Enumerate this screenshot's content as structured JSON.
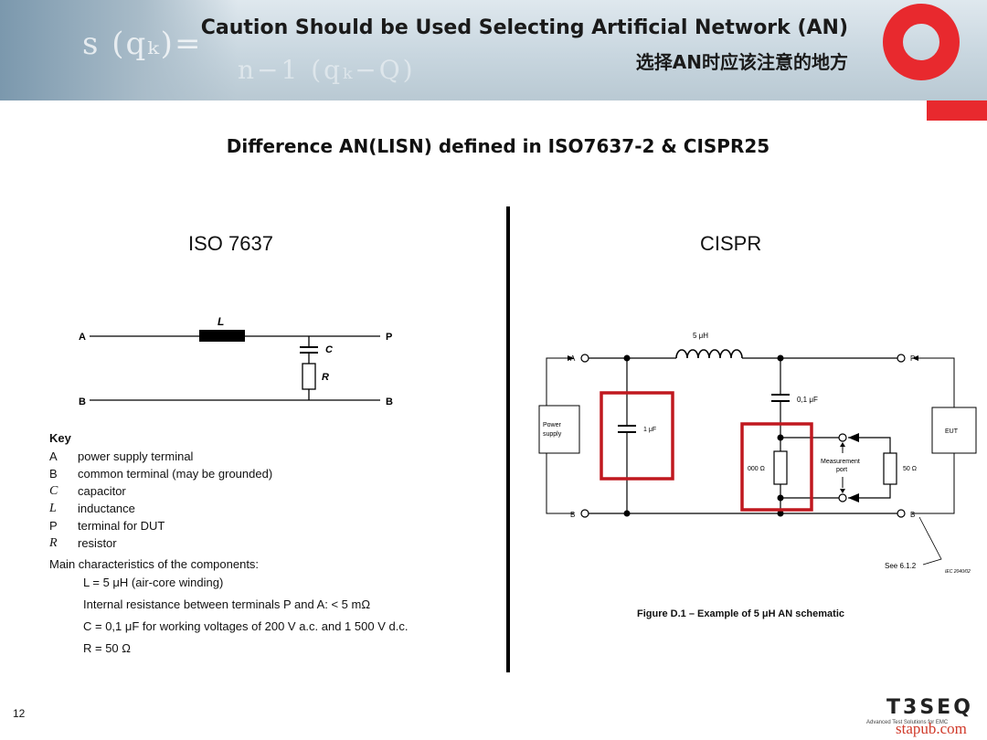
{
  "header": {
    "title_en": "Caution Should be Used Selecting Artificial Network (AN)",
    "title_zh": "选择AN时应该注意的地方",
    "banner_formula": "s (qₖ)=",
    "banner_formula2": "n−1  (qₖ−Q)"
  },
  "subtitle": "Difference AN(LISN) defined in ISO7637-2 & CISPR25",
  "left": {
    "title": "ISO 7637",
    "diagram": {
      "label_A": "A",
      "label_B_left": "B",
      "label_P": "P",
      "label_B_right": "B",
      "label_L": "L",
      "label_C": "C",
      "label_R": "R"
    },
    "key": {
      "heading": "Key",
      "items": [
        {
          "symbol": "A",
          "italic": false,
          "text": "power supply terminal"
        },
        {
          "symbol": "B",
          "italic": false,
          "text": "common terminal (may be grounded)"
        },
        {
          "symbol": "C",
          "italic": true,
          "text": "capacitor"
        },
        {
          "symbol": "L",
          "italic": true,
          "text": "inductance"
        },
        {
          "symbol": "P",
          "italic": false,
          "text": "terminal for DUT"
        },
        {
          "symbol": "R",
          "italic": true,
          "text": "resistor"
        }
      ],
      "main_heading": "Main characteristics of the components:",
      "characteristics": [
        "L = 5 μH (air-core winding)",
        "Internal resistance between terminals P and A: < 5 mΩ",
        "C = 0,1 μF for working voltages of 200 V a.c. and 1 500 V d.c.",
        "R = 50 Ω"
      ]
    }
  },
  "right": {
    "title": "CISPR",
    "diagram": {
      "label_A": "A",
      "label_P": "P",
      "label_B_left": "B",
      "label_B_right": "B",
      "inductor": "5 μH",
      "cap_top": "0,1 μF",
      "cap_left": "1 μF",
      "power_supply": [
        "Power",
        "supply"
      ],
      "eut": "EUT",
      "resistor_mid": "000 Ω",
      "resistor_right": "50 Ω",
      "measurement_port": [
        "Measurement",
        "port"
      ],
      "see_note": "See 6.1.2",
      "iec_code": "IEC  2040/02"
    },
    "caption": "Figure D.1 – Example of 5 μH AN schematic"
  },
  "footer": {
    "page_number": "12",
    "brand": "T3SEQ",
    "brand_tagline": "Advanced Test Solutions for EMC",
    "watermark": "stapub.com"
  },
  "colors": {
    "accent_red": "#e8292e",
    "highlight_box": "#c0181f"
  }
}
